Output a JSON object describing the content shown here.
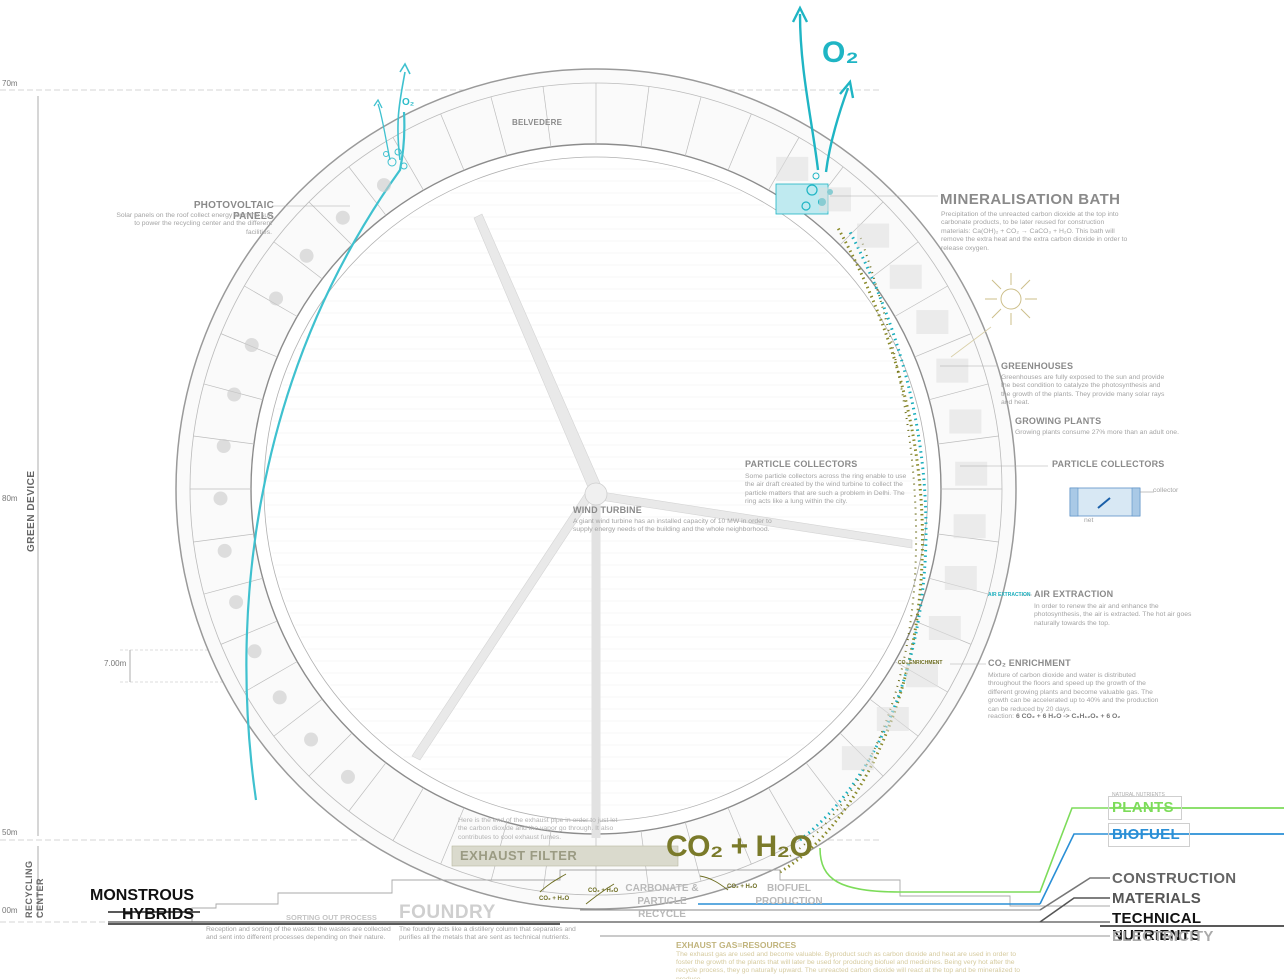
{
  "labels": {
    "photovoltaic": {
      "title": "PHOTOVOLTAIC PANELS",
      "desc": "Solar panels on the roof collect energy form the sun to power the recycling center and the different facilities."
    },
    "belvedere": "BELVEDERE",
    "mineralisation": {
      "title": "MINERALISATION BATH",
      "desc": "Precipitation of the unreacted carbon dioxide at the top into carbonate products, to be later reused for construction materials: Ca(OH)₂ + CO₂ → CaCO₃ + H₂O. This bath will remove the extra heat and the extra carbon dioxide in order to release oxygen."
    },
    "greenhouses": {
      "title": "GREENHOUSES",
      "desc": "Greenhouses are fully exposed to the sun and provide the best condition to catalyze the photosynthesis and the growth of the plants. They provide many solar rays and heat."
    },
    "growing_plants": {
      "title": "GROWING PLANTS",
      "desc": "Growing plants consume 27% more than an adult one."
    },
    "particle_collectors_inner": {
      "title": "PARTICLE COLLECTORS",
      "desc": "Some particle collectors across the ring enable to use the air draft created by the wind turbine to collect the particle matters that are such a problem in Delhi. The ring acts like a lung within the city."
    },
    "particle_collectors_right": {
      "title": "PARTICLE COLLECTORS",
      "collector": "collector",
      "net": "net"
    },
    "wind_turbine": {
      "title": "WIND TURBINE",
      "desc": "A giant wind turbine has an installed capacity of 10 MW in order to supply energy needs of the building and the whole neighborhood."
    },
    "air_extraction": {
      "title": "AIR EXTRACTION",
      "desc": "In order to renew the air and enhance the photosynthesis, the air is extracted. The hot air goes naturally towards the top.",
      "tag": "AIR EXTRACTION"
    },
    "co2_enrichment": {
      "title": "CO₂ ENRICHMENT",
      "desc": "Mixture of carbon dioxide and water is distributed throughout the floors and speed up the growth of the different growing plants and become valuable gas. The growth can be accelerated up to 40% and the production can be reduced by 20 days.",
      "reaction_label": "reaction:",
      "reaction": "6 CO₂ + 6 H₂O -> C₆H₁₂O₆ + 6 O₂",
      "tag": "CO₂ ENRICHMENT"
    },
    "exhaust_note": "Here is the end of the exhaust pipe in order to just let the carbon dioxide and the vapor go through. It also contributes to cool exhaust fumes.",
    "exhaust_filter": "EXHAUST FILTER",
    "co2_h2o_big": "CO₂ + H₂O",
    "co2_h2o_small": "CO₂ + H₂O",
    "o2_small": "O₂",
    "o2_big": "O₂",
    "sorting": {
      "title": "SORTING OUT PROCESS",
      "desc": "Reception and sorting of the wastes: the wastes are collected and sent into different processes depending on their nature."
    },
    "foundry": {
      "title": "FOUNDRY",
      "desc": "The foundry acts like a distillery column that separates and purifies all the metals that are sent as technical nutrients."
    },
    "carbonate": "CARBONATE & PARTICLE RECYCLE",
    "biofuel_production": "BIOFUEL PRODUCTION",
    "monstrous_hybrids": "MONSTROUS HYBRIDS",
    "recycling_center": "RECYCLING CENTER",
    "green_device": "GREEN DEVICE",
    "exhaust_gas": {
      "title": "EXHAUST GAS=RESOURCES",
      "desc": "The exhaust gas are used and become valuable. Byproduct such as carbon dioxide and heat are used in order to foster the growth of the plants that will later be used for producing biofuel and medicines. Being very hot after the recycle process, they go naturally upward. The unreacted carbon dioxide will react at the top and be mineralized to produce"
    },
    "natural_nutrients": "NATURAL NUTRIENTS",
    "outputs": {
      "plants": "PLANTS",
      "biofuel": "BIOFUEL",
      "construction": "CONSTRUCTION",
      "materials": "MATERIALS",
      "technical_nutrients": "TECHNICAL NUTRIENTS",
      "electricity": "ELECTRICITY"
    }
  },
  "dimensions": {
    "top": "70m",
    "middle": "80m",
    "floor": "7.00m",
    "base": "50m",
    "ground": "00m"
  },
  "colors": {
    "teal": "#1fb5c4",
    "olive": "#7a7a2a",
    "green": "#7ddc5a",
    "blue": "#2a8fd6",
    "dark": "#111111",
    "gray": "#8a8a8a"
  }
}
